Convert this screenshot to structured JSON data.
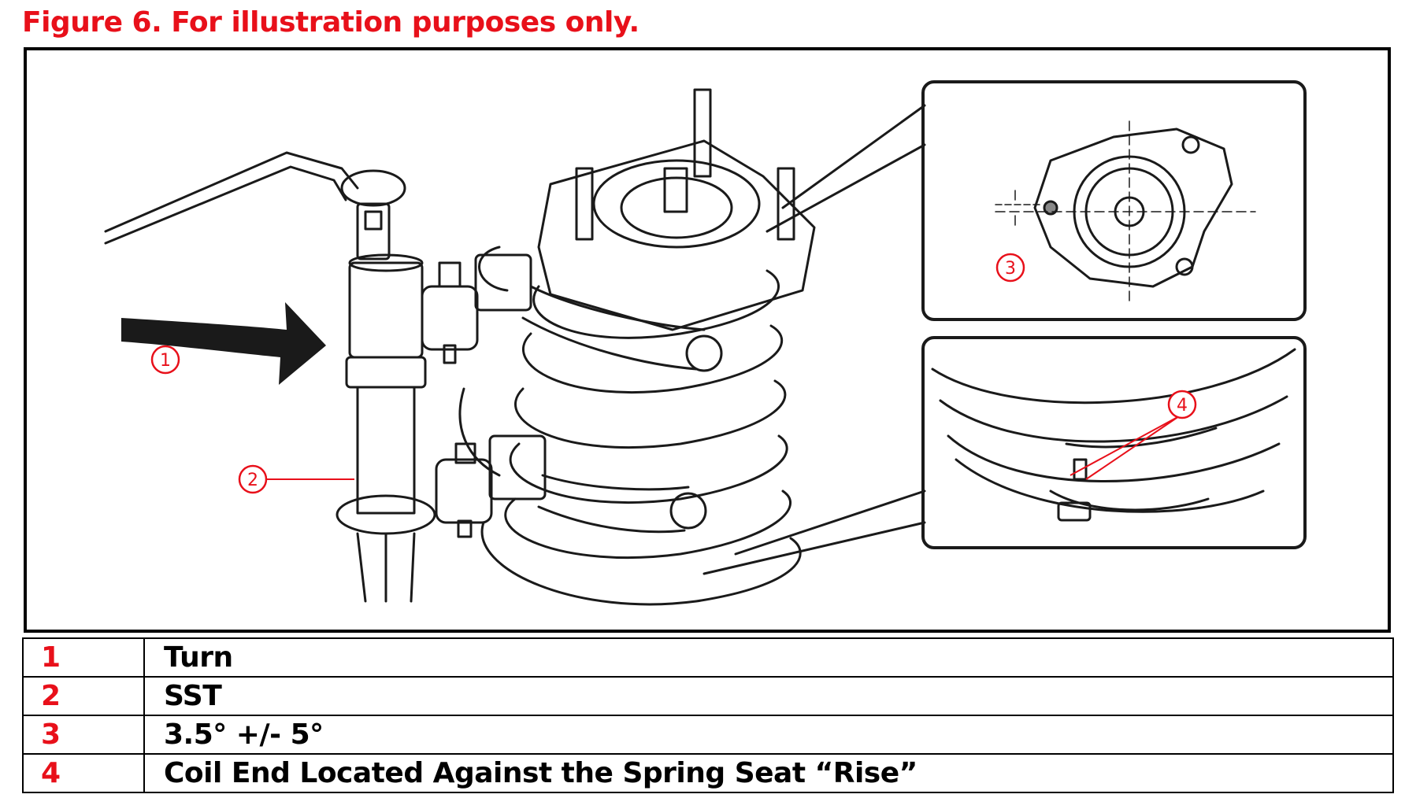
{
  "figure": {
    "title": "Figure 6. For illustration purposes only.",
    "callouts": [
      "1",
      "2",
      "3",
      "4"
    ]
  },
  "legend": {
    "rows": [
      {
        "num": "1",
        "desc": "Turn"
      },
      {
        "num": "2",
        "desc": "SST"
      },
      {
        "num": "3",
        "desc": "3.5° +/- 5°"
      },
      {
        "num": "4",
        "desc": "Coil End Located Against the Spring Seat “Rise”"
      }
    ]
  },
  "colors": {
    "accent": "#e8101a",
    "line": "#1a1a1a"
  }
}
